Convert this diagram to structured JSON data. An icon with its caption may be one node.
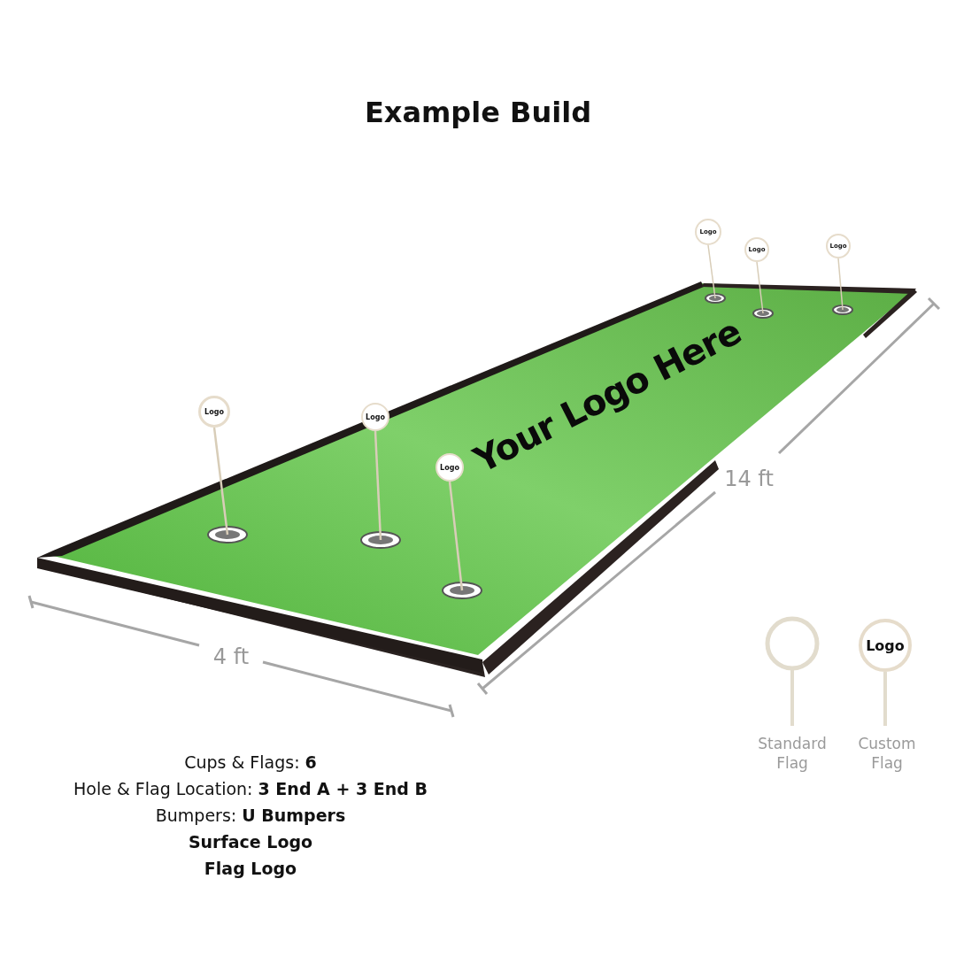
{
  "diagram": {
    "title": "Example Build",
    "labels": [
      "Your Logo Here",
      "Logo",
      "Logo",
      "Logo",
      "Logo",
      "Logo",
      "Logo",
      "14 ft",
      "4 ft",
      "Logo",
      "Standard Flag",
      "Custom Flag",
      "Cups & Flags: **6**",
      "Hole & Flag Location: **3 End A + 3 End B**",
      "Bumpers: **U Bumpers**",
      "Surface Logo",
      "Flag Logo"
    ]
  }
}
